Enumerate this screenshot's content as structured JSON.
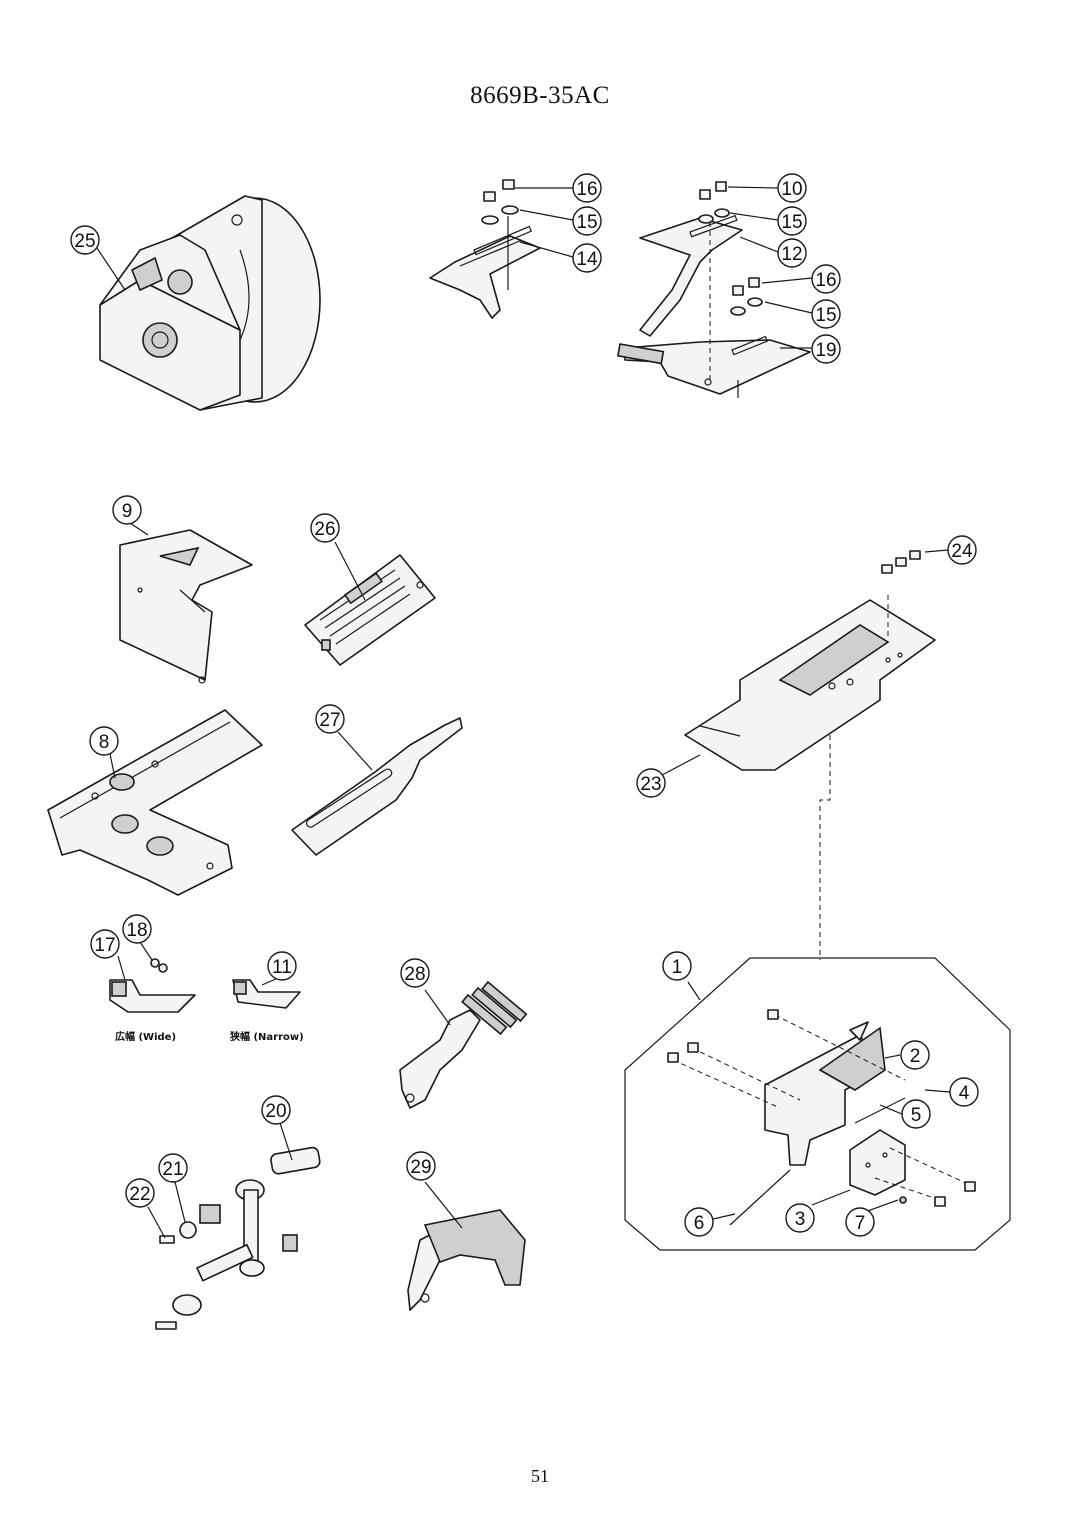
{
  "title": "8669B-35AC",
  "page_number": "51",
  "callouts": [
    "1",
    "2",
    "3",
    "4",
    "5",
    "6",
    "7",
    "8",
    "9",
    "10",
    "11",
    "12",
    "14",
    "15",
    "15",
    "15",
    "16",
    "16",
    "17",
    "18",
    "19",
    "20",
    "21",
    "22",
    "23",
    "24",
    "25",
    "26",
    "27",
    "28",
    "29"
  ],
  "variants": {
    "wide": "広幅 (Wide)",
    "narrow": "狭幅 (Narrow)"
  }
}
